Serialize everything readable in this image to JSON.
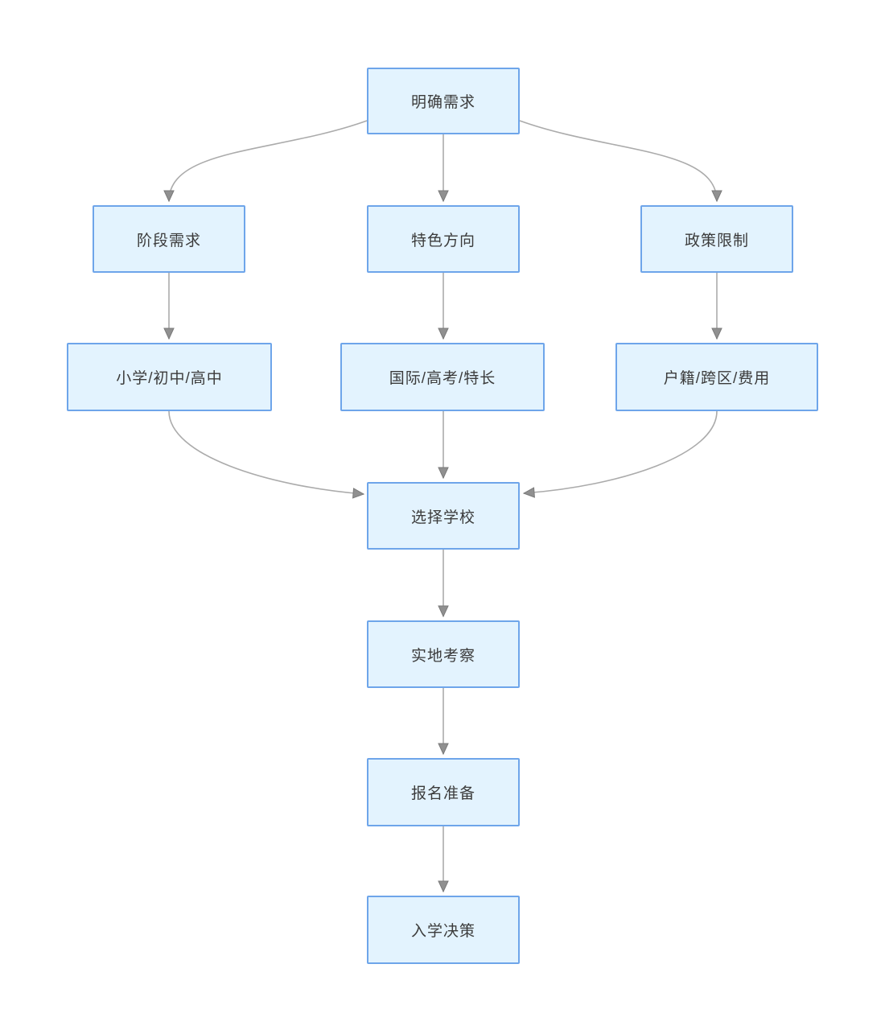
{
  "diagram": {
    "title": "school-selection-flowchart",
    "type": "flowchart",
    "colors": {
      "node_fill": "#e3f3fe",
      "node_border": "#6ea5ea",
      "connector": "#ababab",
      "arrowhead": "#909090",
      "text": "#3b3b3b",
      "background": "#ffffff"
    },
    "nodes": [
      {
        "id": "clarify-needs",
        "label": "明确需求"
      },
      {
        "id": "stage-needs",
        "label": "阶段需求"
      },
      {
        "id": "feature-direction",
        "label": "特色方向"
      },
      {
        "id": "policy-limits",
        "label": "政策限制"
      },
      {
        "id": "school-stages",
        "label": "小学/初中/高中"
      },
      {
        "id": "track-options",
        "label": "国际/高考/特长"
      },
      {
        "id": "policy-factors",
        "label": "户籍/跨区/费用"
      },
      {
        "id": "choose-school",
        "label": "选择学校"
      },
      {
        "id": "site-visit",
        "label": "实地考察"
      },
      {
        "id": "application-prep",
        "label": "报名准备"
      },
      {
        "id": "enrollment-decision",
        "label": "入学决策"
      }
    ],
    "edges": [
      {
        "from": "clarify-needs",
        "to": "stage-needs"
      },
      {
        "from": "clarify-needs",
        "to": "feature-direction"
      },
      {
        "from": "clarify-needs",
        "to": "policy-limits"
      },
      {
        "from": "stage-needs",
        "to": "school-stages"
      },
      {
        "from": "feature-direction",
        "to": "track-options"
      },
      {
        "from": "policy-limits",
        "to": "policy-factors"
      },
      {
        "from": "school-stages",
        "to": "choose-school"
      },
      {
        "from": "track-options",
        "to": "choose-school"
      },
      {
        "from": "policy-factors",
        "to": "choose-school"
      },
      {
        "from": "choose-school",
        "to": "site-visit"
      },
      {
        "from": "site-visit",
        "to": "application-prep"
      },
      {
        "from": "application-prep",
        "to": "enrollment-decision"
      }
    ]
  }
}
